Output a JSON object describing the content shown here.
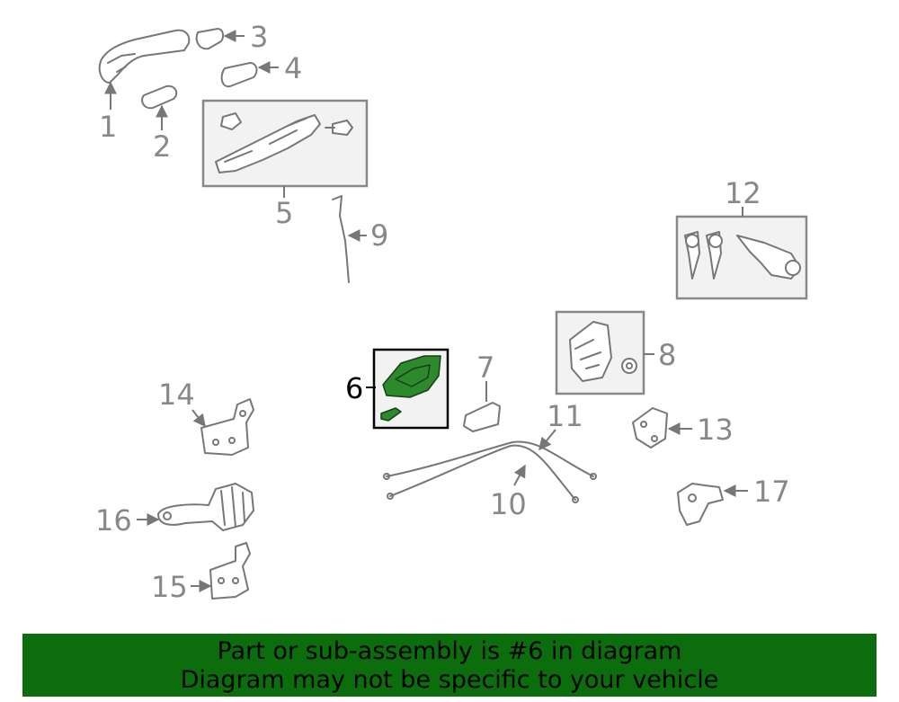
{
  "diagram": {
    "highlight_color": "#0c6d0c",
    "callouts": [
      "1",
      "2",
      "3",
      "4",
      "5",
      "6",
      "7",
      "8",
      "9",
      "10",
      "11",
      "12",
      "13",
      "14",
      "15",
      "16",
      "17"
    ],
    "highlighted_callout": "6"
  },
  "banner": {
    "line1": "Part or sub-assembly is #6 in diagram",
    "line2": "Diagram may not be specific to your vehicle",
    "background": "#0c6d0c"
  }
}
